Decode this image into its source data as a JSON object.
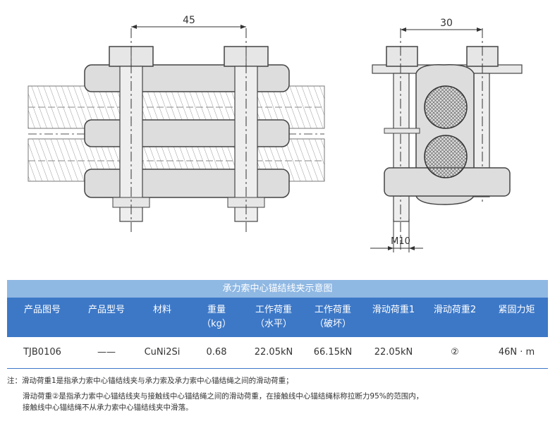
{
  "drawing": {
    "dimension_left": "45",
    "dimension_right": "30",
    "thread_label": "M10"
  },
  "table": {
    "title": "承力索中心锚结线夹示意图",
    "headers": [
      {
        "line1": "产品图号",
        "line2": ""
      },
      {
        "line1": "产品型号",
        "line2": ""
      },
      {
        "line1": "材料",
        "line2": ""
      },
      {
        "line1": "重量",
        "line2": "（kg）"
      },
      {
        "line1": "工作荷重",
        "line2": "（水平）"
      },
      {
        "line1": "工作荷重",
        "line2": "（破坏）"
      },
      {
        "line1": "滑动荷重1",
        "line2": ""
      },
      {
        "line1": "滑动荷重2",
        "line2": ""
      },
      {
        "line1": "紧固力矩",
        "line2": ""
      }
    ],
    "row": [
      "TJB0106",
      "——",
      "CuNi2Si",
      "0.68",
      "22.05kN",
      "66.15kN",
      "22.05kN",
      "②",
      "46N · m"
    ]
  },
  "notes": {
    "line1": "注：滑动荷重1是指承力索中心锚结线夹与承力索及承力索中心锚结绳之间的滑动荷重；",
    "line2": "滑动荷重②是指承力索中心锚结线夹与接触线中心锚结绳之间的滑动荷重，在接触线中心锚结绳标称拉断力95%的范围内，",
    "line3": "接触线中心锚结绳不从承力索中心锚结线夹中滑落。"
  }
}
